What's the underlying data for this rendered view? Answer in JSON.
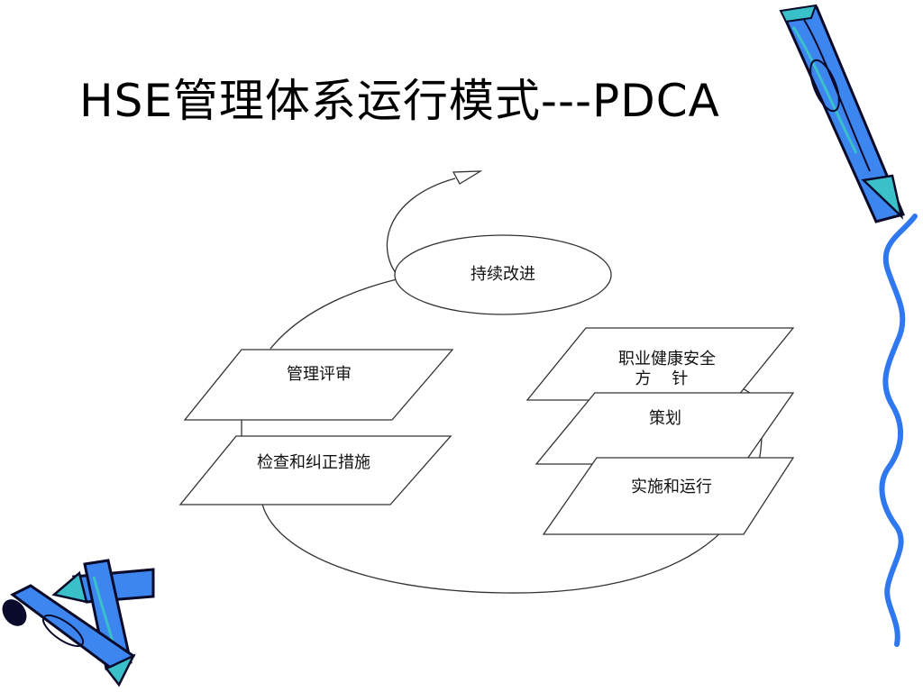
{
  "slide": {
    "title": "HSE管理体系运行模式---PDCA"
  },
  "diagram": {
    "continual_improvement": "持续改进",
    "management_review": "管理评审",
    "checking_corrective_action": "检查和纠正措施",
    "policy_line1": "职业健康安全",
    "policy_line2": "方    针",
    "planning": "策划",
    "implementation_operation": "实施和运行"
  },
  "decorations": {
    "pencil_colors": {
      "barrel": "#3d86f0",
      "outline": "#0a0a2a",
      "accent": "#39c0c8"
    },
    "wavy_line_color": "#2f78f0"
  }
}
